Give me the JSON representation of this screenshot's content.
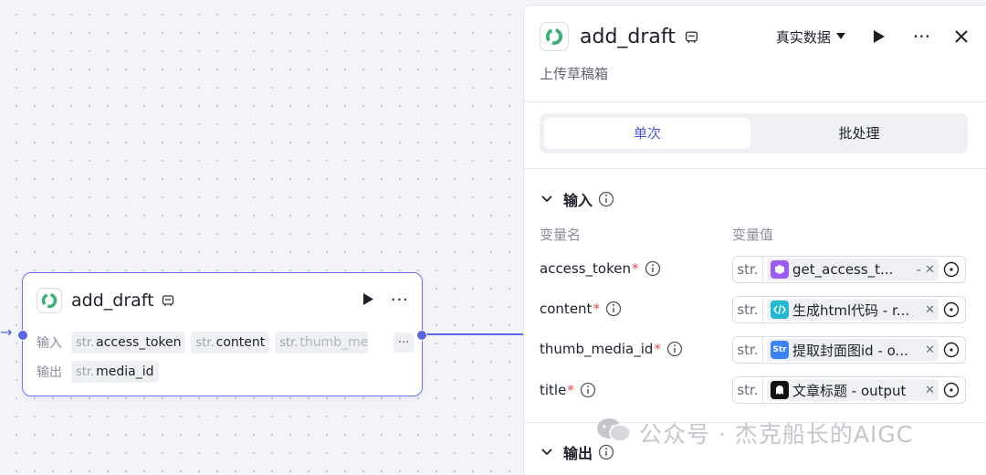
{
  "node": {
    "title": "add_draft",
    "input_label": "输入",
    "output_label": "输出",
    "type_prefix": "str.",
    "inputs": [
      "access_token",
      "content",
      "thumb_media_id"
    ],
    "outputs": [
      "media_id"
    ]
  },
  "panel": {
    "title": "add_draft",
    "data_mode": "真实数据",
    "description": "上传草稿箱",
    "tabs": [
      "单次",
      "批处理"
    ],
    "input_section": "输入",
    "output_section": "输出",
    "col_name": "变量名",
    "col_value": "变量值",
    "type_label": "str.",
    "params": [
      {
        "name": "access_token",
        "ref": "get_access_t...",
        "ref_suffix": "-",
        "icon": "cube-icon",
        "color": "#9b5cf6"
      },
      {
        "name": "content",
        "ref": "生成html代码 - r...",
        "ref_suffix": "",
        "icon": "code-icon",
        "color": "#22b8cf"
      },
      {
        "name": "thumb_media_id",
        "ref": "提取封面图id - o...",
        "ref_suffix": "",
        "icon": "str-icon",
        "color": "#3b82f6"
      },
      {
        "name": "title",
        "ref": "文章标题 - output",
        "ref_suffix": "",
        "icon": "ghost-icon",
        "color": "#111111"
      }
    ],
    "required_mark": "*"
  },
  "watermark": "公众号 · 杰克船长的AIGC",
  "colors": {
    "accent": "#4d56e3",
    "edge": "#5b63e6",
    "required": "#e5484d"
  }
}
